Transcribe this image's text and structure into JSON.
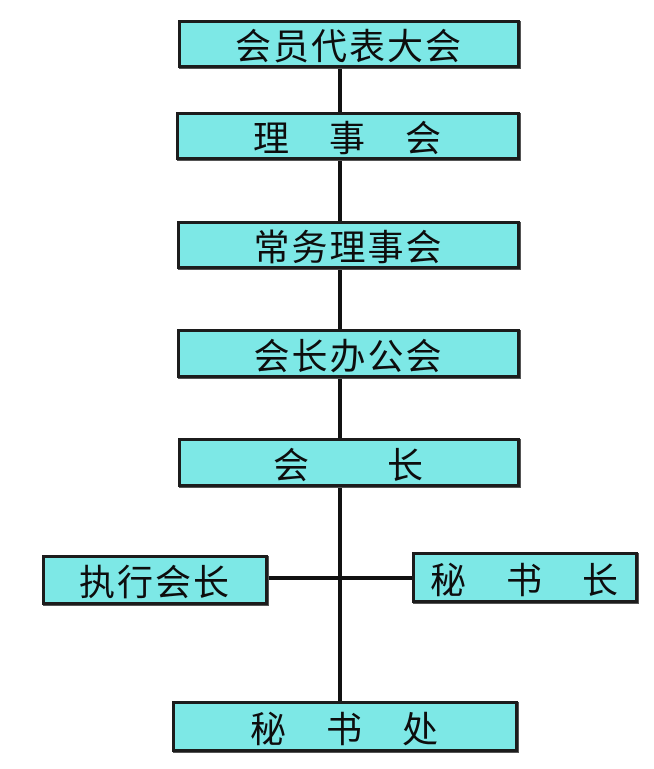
{
  "diagram": {
    "type": "org-chart",
    "background_color": "#ffffff",
    "node_fill_color": "#7de8e6",
    "node_border_color": "#1c1c1c",
    "connector_color": "#111111",
    "nodes": [
      {
        "id": "member-congress",
        "label": "会员代表大会"
      },
      {
        "id": "council",
        "label": "理　事　会"
      },
      {
        "id": "standing-council",
        "label": "常务理事会"
      },
      {
        "id": "president-office-meeting",
        "label": "会长办公会"
      },
      {
        "id": "president",
        "label": "会　　长"
      },
      {
        "id": "executive-president",
        "label": "执行会长"
      },
      {
        "id": "secretary-general",
        "label": "秘　书　长"
      },
      {
        "id": "secretariat",
        "label": "秘　书　处"
      }
    ],
    "edges": [
      {
        "from": "member-congress",
        "to": "council"
      },
      {
        "from": "council",
        "to": "standing-council"
      },
      {
        "from": "standing-council",
        "to": "president-office-meeting"
      },
      {
        "from": "president-office-meeting",
        "to": "president"
      },
      {
        "from": "president",
        "to": "executive-president"
      },
      {
        "from": "president",
        "to": "secretary-general"
      },
      {
        "from": "president",
        "to": "secretariat"
      }
    ]
  }
}
